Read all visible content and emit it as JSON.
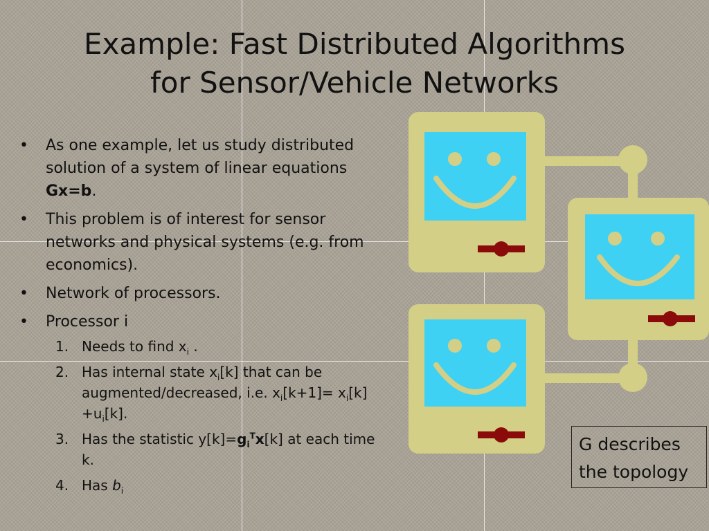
{
  "slide": {
    "title_line1": "Example: Fast Distributed Algorithms",
    "title_line2": "for Sensor/Vehicle Networks",
    "bullets": [
      {
        "text_before": "As one example, let us study distributed solution of a system of linear equations ",
        "bold": "Gx=b",
        "text_after": "."
      },
      {
        "text": "This problem is of interest for sensor networks and physical systems (e.g. from economics)."
      },
      {
        "text": "Network of processors."
      },
      {
        "text": "Processor i"
      }
    ],
    "subitems": [
      {
        "num": "1.",
        "t1": "Needs to find x",
        "sub1": "i",
        "t2": " ."
      },
      {
        "num": "2.",
        "t1": "Has internal state x",
        "sub1": "i",
        "t2": "[k] that can be augmented/decreased, i.e. x",
        "sub2": "i",
        "t3": "[k+1]= x",
        "sub3": "i",
        "t4": "[k] +u",
        "sub4": "i",
        "t5": "[k]."
      },
      {
        "num": "3.",
        "t1": "Has the statistic y[k]=",
        "g": "g",
        "gsub": "i",
        "gsup": "T",
        "x": "x",
        "t2": "[k] at each time k."
      },
      {
        "num": "4.",
        "t1": "Has ",
        "b": "b",
        "bsub": "i"
      }
    ],
    "caption_line1": "G describes",
    "caption_line2": "the topology"
  },
  "colors": {
    "background": "#aaa397",
    "device_body": "#d4cf86",
    "screen": "#3fd1f3",
    "face": "#d4cf86",
    "button": "#8b0a0a"
  },
  "icons": [
    "smiley-device-icon",
    "connector-node-icon"
  ]
}
